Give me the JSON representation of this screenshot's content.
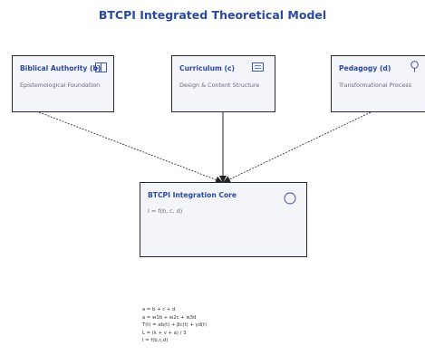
{
  "title": "BTCPI Integrated Theoretical Model",
  "nodes": {
    "biblical": {
      "name": "Biblical Authority (b)",
      "description": "Epistemological Foundation",
      "icon": "book-icon"
    },
    "curriculum": {
      "name": "Curriculum (c)",
      "description": "Design & Content Structure",
      "icon": "document-icon"
    },
    "pedagogy": {
      "name": "Pedagogy (d)",
      "description": "Transformational Process",
      "icon": "lightbulb-icon"
    },
    "core": {
      "name": "BTCPI Integration Core",
      "description": "I = f(b, c, d)",
      "icon": "circle-icon"
    }
  },
  "formulas": [
    "a = b + c + d",
    "a = w1b + w2c + w3d",
    "T(t) = αb(t) + βc(t) + γd(t)",
    "L = (k + v + a) / 3",
    "I = f(b,c,d)"
  ],
  "colors": {
    "title": "#2a4aa0",
    "node_fill": "#f4f5fb",
    "node_border": "#2b2b2b",
    "node_title": "#2a4aa0",
    "icon": "#2a4aa0"
  }
}
